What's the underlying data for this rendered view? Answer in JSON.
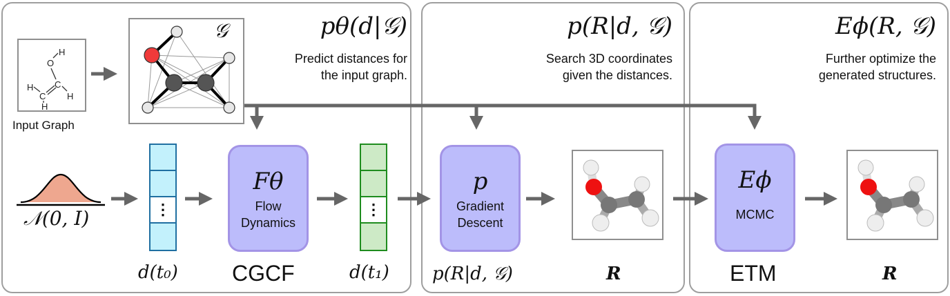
{
  "panels": [
    {
      "title_math": "pθ(d|𝒢)",
      "description_line1": "Predict distances for",
      "description_line2": "the input graph."
    },
    {
      "title_math": "p(R|d, 𝒢)",
      "description_line1": "Search 3D coordinates",
      "description_line2": "given the distances."
    },
    {
      "title_math": "Eϕ(R, 𝒢)",
      "description_line1": "Further optimize the",
      "description_line2": "generated structures."
    }
  ],
  "input_graph": {
    "caption": "Input Graph",
    "atoms": [
      "H",
      "O",
      "H",
      "C",
      "C",
      "H",
      "H"
    ]
  },
  "graph_symbol": "𝒢",
  "prior": {
    "label": "𝒩(0, I)",
    "fill_color": "#eea78f"
  },
  "vectors": [
    {
      "label": "d(t₀)",
      "fill": "#c3f1fc",
      "stroke": "#1f6fa1",
      "ellipsis": "⋮"
    },
    {
      "label": "d(t₁)",
      "fill": "#cdeac6",
      "stroke": "#1e8c1e",
      "ellipsis": "⋮"
    }
  ],
  "blocks": [
    {
      "symbol": "Fθ",
      "label_line1": "Flow",
      "label_line2": "Dynamics",
      "caption": "CGCF"
    },
    {
      "symbol": "p",
      "label_line1": "Gradient",
      "label_line2": "Descent",
      "caption": "p(R|d, 𝒢)"
    },
    {
      "symbol": "Eϕ",
      "label_line1": "MCMC",
      "label_line2": "",
      "caption": "ETM"
    }
  ],
  "outputs": [
    {
      "label": "R"
    },
    {
      "label": "R"
    }
  ],
  "colors": {
    "block_fill": "#bcbcfb",
    "block_border": "#a394e6",
    "arrow": "#666666",
    "oxygen": "#f03a3a",
    "carbon": "#555555",
    "hydrogen": "#e8e8e8"
  }
}
